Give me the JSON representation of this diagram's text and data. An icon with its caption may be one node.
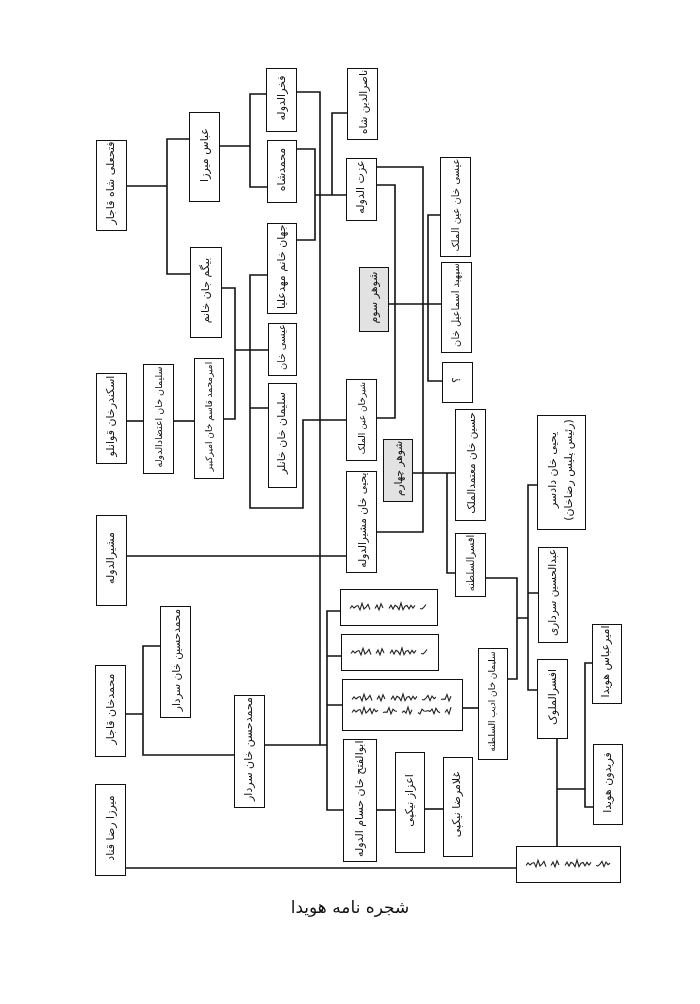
{
  "diagram": {
    "title": "شجره نامه هویدا",
    "nodes": [
      {
        "text": [
          "فتحعلی شاه قاجار"
        ]
      },
      {
        "text": [
          "اسکندرخان قوانلو"
        ]
      },
      {
        "text": [
          "مشیرالدوله"
        ]
      },
      {
        "text": [
          "محمدخان قاجار"
        ]
      },
      {
        "text": [
          "میرزا رضا قناد"
        ]
      },
      {
        "text": [
          "سلیمان خان اعتضادالدوله"
        ]
      },
      {
        "text": [
          "محمدحسین خان سردار"
        ]
      },
      {
        "text": [
          "عباس میرزا"
        ]
      },
      {
        "text": [
          "بیگم جان خانم"
        ]
      },
      {
        "text": [
          "امیرمحمد قاسم خان امیرکبیر"
        ]
      },
      {
        "text": [
          "محمدحسن خان سردار"
        ]
      },
      {
        "text": [
          "فخرالدوله"
        ]
      },
      {
        "text": [
          "محمدشاه"
        ]
      },
      {
        "text": [
          "جهان خانم مهدعلیا"
        ]
      },
      {
        "text": [
          "عیسی خان"
        ]
      },
      {
        "text": [
          "سلیمان خان خانلر"
        ]
      },
      {
        "text": [
          "ناصرالدین شاه"
        ]
      },
      {
        "text": [
          "عزت الدوله"
        ]
      },
      {
        "text": [
          "شوهر سوم"
        ]
      },
      {
        "text": [
          "شیرخان عین الملک"
        ]
      },
      {
        "text": [
          "یحیی خان مشیرالدوله"
        ]
      },
      {
        "text": [],
        "shape": "box"
      },
      {
        "text": [],
        "shape": "box"
      },
      {
        "text": [],
        "shape": "box"
      },
      {
        "text": [
          "ابوالفتح خان حسام الدوله"
        ]
      },
      {
        "text": [
          "شوهر چهارم"
        ]
      },
      {
        "text": [
          "اعزاز نیکپی"
        ]
      },
      {
        "text": [
          "عیسی خان عین الملک"
        ]
      },
      {
        "text": [
          "سپهبد اسماعیل خان"
        ]
      },
      {
        "text": [
          "؟"
        ]
      },
      {
        "text": [
          "حسین خان معتمدالملک"
        ]
      },
      {
        "text": [
          "افسرالسلطنه"
        ]
      },
      {
        "text": [
          "غلامرضا نیکپی"
        ]
      },
      {
        "text": [
          "سلیمان خان ادیب السلطنه"
        ]
      },
      {
        "text": [
          "یحیی خان دادسر",
          "(رئیس پلیس رضاخان)"
        ]
      },
      {
        "text": [
          "عبدالحسین سرداری"
        ]
      },
      {
        "text": [
          "افسرالملوک"
        ]
      },
      {
        "text": [],
        "shape": "box"
      },
      {
        "text": [
          "امیرعباس هویدا"
        ]
      },
      {
        "text": [
          "فریدون هویدا"
        ]
      }
    ],
    "edges": [
      {
        "from": 0,
        "to": 7,
        "arrow": "none"
      },
      {
        "from": 0,
        "to": 8,
        "arrow": "none"
      },
      {
        "from": 1,
        "to": 5,
        "arrow": "none"
      },
      {
        "from": 5,
        "to": 9,
        "arrow": "none"
      },
      {
        "from": 3,
        "to": 6,
        "arrow": "none"
      },
      {
        "from": 3,
        "to": 10,
        "arrow": "none"
      },
      {
        "from": 7,
        "to": 11,
        "arrow": "none"
      },
      {
        "from": 7,
        "to": 12,
        "arrow": "none"
      },
      {
        "from": 8,
        "to": 9,
        "arrow": "none"
      },
      {
        "from": 8,
        "to": 13,
        "arrow": "none"
      },
      {
        "from": 8,
        "to": 14,
        "arrow": "none"
      },
      {
        "from": 8,
        "to": 15,
        "arrow": "none"
      },
      {
        "from": 8,
        "to": 19,
        "arrow": "none"
      },
      {
        "from": 9,
        "to": 13,
        "arrow": "none"
      },
      {
        "from": 9,
        "to": 14,
        "arrow": "none"
      },
      {
        "from": 9,
        "to": 15,
        "arrow": "none"
      },
      {
        "from": 9,
        "to": 19,
        "arrow": "none"
      },
      {
        "from": 11,
        "to": 10,
        "arrow": "none"
      },
      {
        "from": 12,
        "to": 13,
        "arrow": "none"
      },
      {
        "from": 12,
        "to": 16,
        "arrow": "none"
      },
      {
        "from": 12,
        "to": 17,
        "arrow": "none"
      },
      {
        "from": 13,
        "to": 16,
        "arrow": "none"
      },
      {
        "from": 13,
        "to": 17,
        "arrow": "none"
      },
      {
        "from": 2,
        "to": 20,
        "arrow": "none"
      },
      {
        "from": 17,
        "to": 19,
        "arrow": "none"
      },
      {
        "from": 17,
        "to": 20,
        "arrow": "none"
      },
      {
        "from": 18,
        "to": 27,
        "arrow": "none"
      },
      {
        "from": 18,
        "to": 28,
        "arrow": "none"
      },
      {
        "from": 18,
        "to": 29,
        "arrow": "none"
      },
      {
        "from": 25,
        "to": 30,
        "arrow": "none"
      },
      {
        "from": 25,
        "to": 31,
        "arrow": "none"
      },
      {
        "from": 11,
        "to": 21,
        "arrow": "none"
      },
      {
        "from": 11,
        "to": 22,
        "arrow": "none"
      },
      {
        "from": 11,
        "to": 23,
        "arrow": "none"
      },
      {
        "from": 11,
        "to": 24,
        "arrow": "none"
      },
      {
        "from": 10,
        "to": 21,
        "arrow": "none"
      },
      {
        "from": 10,
        "to": 22,
        "arrow": "none"
      },
      {
        "from": 10,
        "to": 23,
        "arrow": "none"
      },
      {
        "from": 10,
        "to": 24,
        "arrow": "none"
      },
      {
        "from": 23,
        "to": 33,
        "arrow": "none"
      },
      {
        "from": 24,
        "to": 26,
        "arrow": "none"
      },
      {
        "from": 26,
        "to": 32,
        "arrow": "none"
      },
      {
        "from": 31,
        "to": 33,
        "arrow": "none"
      },
      {
        "from": 31,
        "to": 34,
        "arrow": "none"
      },
      {
        "from": 31,
        "to": 35,
        "arrow": "none"
      },
      {
        "from": 31,
        "to": 36,
        "arrow": "none"
      },
      {
        "from": 33,
        "to": 34,
        "arrow": "none"
      },
      {
        "from": 33,
        "to": 35,
        "arrow": "none"
      },
      {
        "from": 33,
        "to": 36,
        "arrow": "none"
      },
      {
        "from": 36,
        "to": 37,
        "arrow": "none"
      },
      {
        "from": 36,
        "to": 38,
        "arrow": "none"
      },
      {
        "from": 36,
        "to": 39,
        "arrow": "none"
      },
      {
        "from": 37,
        "to": 38,
        "arrow": "none"
      },
      {
        "from": 37,
        "to": 39,
        "arrow": "none"
      },
      {
        "from": 4,
        "to": 37,
        "arrow": "none"
      }
    ]
  }
}
